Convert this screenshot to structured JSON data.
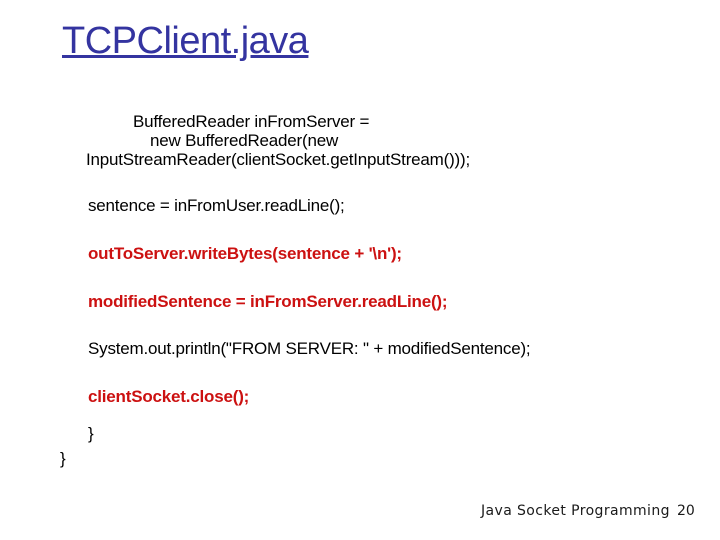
{
  "slide": {
    "title": "TCPClient.java",
    "code_lines": [
      "BufferedReader inFromServer =",
      "new BufferedReader(new",
      "InputStreamReader(clientSocket.getInputStream()));",
      "sentence = inFromUser.readLine();",
      "outToServer.writeBytes(sentence + '\\n');",
      "modifiedSentence = inFromServer.readLine();",
      "System.out.println(\"FROM SERVER: \" + modifiedSentence);",
      "clientSocket.close();",
      "}",
      "}"
    ],
    "footer": {
      "label": "Java Socket Programming",
      "page_number": "20"
    },
    "colors": {
      "title_blue": "#3434A0",
      "code_black": "#000000",
      "emphasis_red": "#CC1111",
      "background": "#FFFFFF"
    }
  }
}
